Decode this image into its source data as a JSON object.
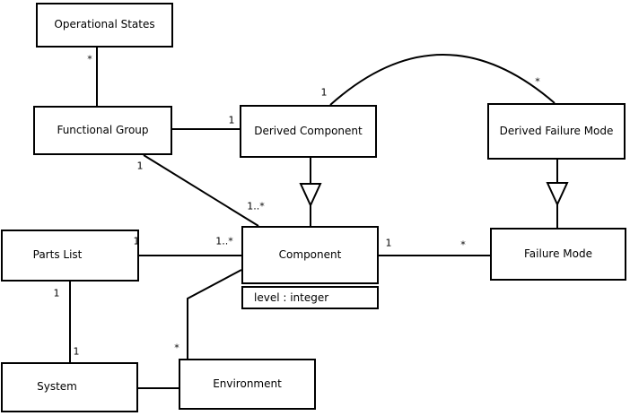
{
  "nodes": {
    "operational_states": {
      "label": "Operational States"
    },
    "functional_group": {
      "label": "Functional Group"
    },
    "derived_component": {
      "label": "Derived Component"
    },
    "derived_failure_mode": {
      "label": "Derived Failure Mode"
    },
    "parts_list": {
      "label": "Parts List"
    },
    "component": {
      "label": "Component",
      "attribute": "level : integer"
    },
    "failure_mode": {
      "label": "Failure Mode"
    },
    "system": {
      "label": "System"
    },
    "environment": {
      "label": "Environment"
    }
  },
  "multiplicities": {
    "os_fg_star": "*",
    "fg_dc_one": "1",
    "dc_arc_one": "1",
    "dfm_arc_star": "*",
    "fg_comp_one": "1",
    "fg_comp_many": "1..*",
    "pl_comp_one": "1",
    "pl_comp_many": "1..*",
    "comp_fm_one": "1",
    "comp_fm_star": "*",
    "pl_sys_one_top": "1",
    "pl_sys_one_bottom": "1",
    "comp_env_star": "*"
  },
  "colors": {
    "line": "#000000",
    "node_fill": "#ffffff",
    "text": "#000000",
    "background": "#ffffff"
  }
}
